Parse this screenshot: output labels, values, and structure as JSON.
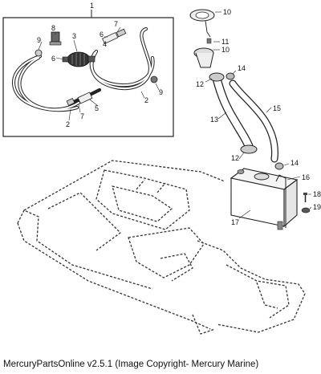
{
  "footer": {
    "text": "MercuryPartsOnline v2.5.1 (Image Copyright- Mercury Marine)"
  },
  "callouts": {
    "c1": "1",
    "c2a": "2",
    "c2b": "2",
    "c3": "3",
    "c4": "4",
    "c5": "5",
    "c6a": "6",
    "c6b": "6",
    "c7a": "7",
    "c7b": "7",
    "c8": "8",
    "c9a": "9",
    "c9b": "9",
    "c10a": "10",
    "c10b": "10",
    "c11": "11",
    "c12a": "12",
    "c12b": "12",
    "c13": "13",
    "c14a": "14",
    "c14b": "14",
    "c15": "15",
    "c16": "16",
    "c17": "17",
    "c18": "18",
    "c19": "19"
  }
}
